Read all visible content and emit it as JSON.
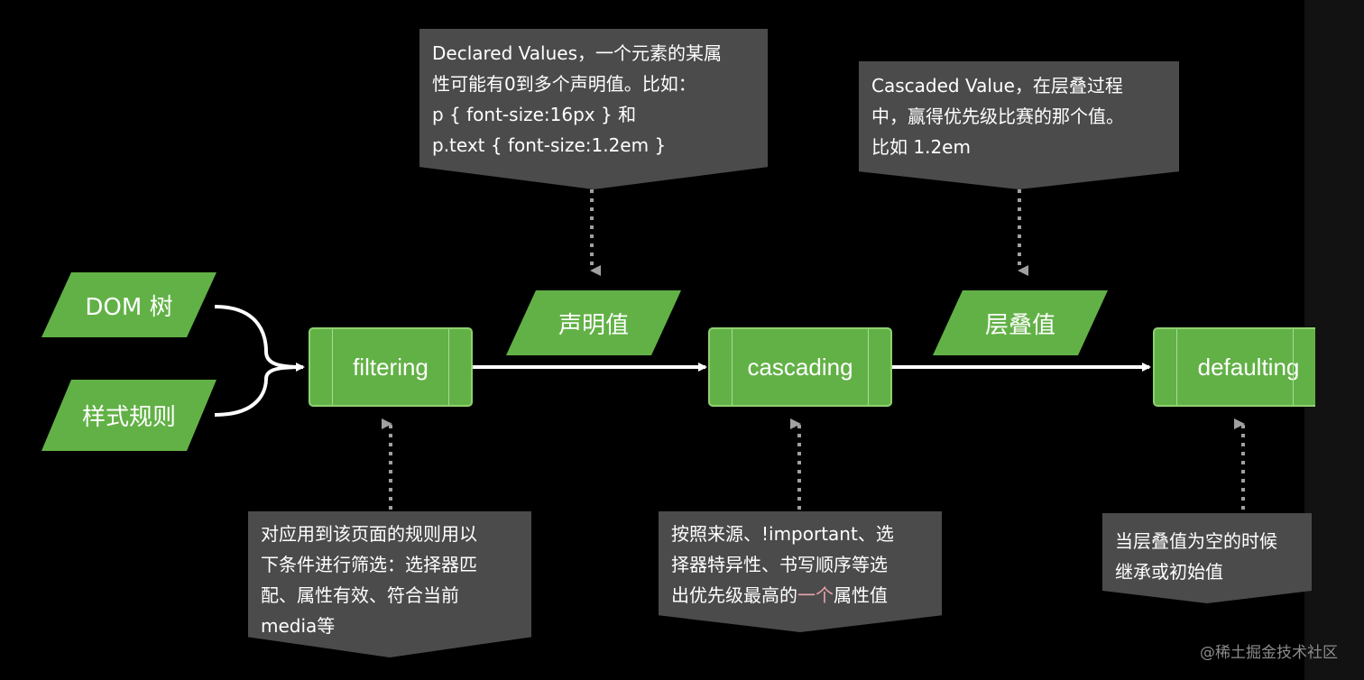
{
  "inputs": {
    "dom_tree": "DOM 树",
    "style_rules": "样式规则"
  },
  "data_nodes": {
    "declared": "声明值",
    "cascaded": "层叠值"
  },
  "processes": {
    "filtering": "filtering",
    "cascading": "cascading",
    "defaulting": "defaulting"
  },
  "notes": {
    "declared": [
      "Declared Values，一个元素的某属",
      "性可能有0到多个声明值。比如：",
      "p { font-size:16px } 和",
      "p.text { font-size:1.2em }"
    ],
    "cascaded": [
      "Cascaded Value，在层叠过程",
      "中，赢得优先级比赛的那个值。",
      "比如 1.2em"
    ],
    "filtering": [
      "对应用到该页面的规则用以",
      "下条件进行筛选：选择器匹",
      "配、属性有效、符合当前",
      "media等"
    ],
    "cascading": {
      "line1": "按照来源、!important、选",
      "line2": "择器特异性、书写顺序等选",
      "line3_a": "出优先级最高的",
      "line3_b": "一个",
      "line3_c": "属性值"
    },
    "defaulting": [
      "当层叠值为空的时候",
      "继承或初始值"
    ]
  },
  "colors": {
    "green": "#62b146",
    "note_bg": "#4b4b4b",
    "arrow": "#ffffff",
    "dotted": "#a0a0a0"
  },
  "watermark": "@稀土掘金技术社区"
}
